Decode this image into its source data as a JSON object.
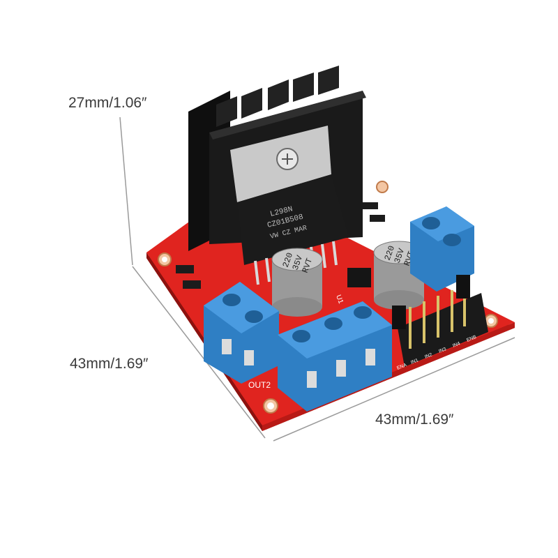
{
  "dimensions": {
    "height_label": "27mm/1.06″",
    "depth_label": "43mm/1.69″",
    "width_label": "43mm/1.69″"
  },
  "board": {
    "pcb_color": "#e0241f",
    "terminal_color": "#2f7fc4",
    "heatsink_color": "#1a1a1a",
    "chip_markings": [
      "L298N",
      "CZ01B508",
      "VW CZ MAR"
    ],
    "capacitor_markings": [
      "220",
      "35V",
      "RVT"
    ],
    "output_label": "OUT2",
    "header_labels": [
      "ENA",
      "IN1",
      "IN2",
      "IN3",
      "IN4",
      "ENB"
    ],
    "side_marking": "U1"
  }
}
